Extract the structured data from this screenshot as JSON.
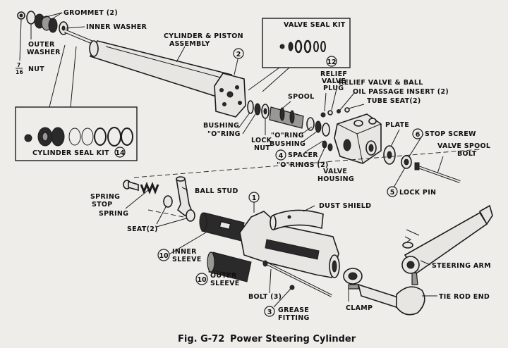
{
  "caption": {
    "fig": "Fig. G-72",
    "title": "Power Steering Cylinder"
  },
  "labels": {
    "grommet": "GROMMET (2)",
    "inner_washer": "INNER WASHER",
    "outer_washer_1": "OUTER",
    "outer_washer_2": "WASHER",
    "nut_num": "7",
    "nut_den": "16",
    "nut": "NUT",
    "cyl_piston_1": "CYLINDER & PISTON",
    "cyl_piston_2": "ASSEMBLY",
    "valve_seal_kit": "VALVE SEAL KIT",
    "cylinder_seal_kit": "CYLINDER SEAL KIT",
    "relief_plug_1": "RELIEF",
    "relief_plug_2": "VALVE",
    "relief_plug_3": "PLUG",
    "relief_valve_ball": "RELIEF VALVE & BALL",
    "oil_passage": "OIL PASSAGE INSERT (2)",
    "tube_seat": "TUBE SEAT(2)",
    "spool": "SPOOL",
    "bushing_left": "BUSHING",
    "o_ring_left": "\"O\"RING",
    "lock_nut_1": "LOCK",
    "lock_nut_2": "NUT",
    "o_ring_mid": "\"O\"RING",
    "bushing_mid": "BUSHING",
    "spacer": "SPACER",
    "o_rings_2": "\"O\"RINGS (2)",
    "valve_housing_1": "VALVE",
    "valve_housing_2": "HOUSING",
    "plate": "PLATE",
    "stop_screw": "STOP SCREW",
    "valve_spool_bolt_1": "VALVE SPOOL",
    "valve_spool_bolt_2": "BOLT",
    "lock_pin": "LOCK PIN",
    "spring_stop_1": "SPRING",
    "spring_stop_2": "STOP",
    "spring": "SPRING",
    "ball_stud": "BALL STUD",
    "seat": "SEAT(2)",
    "dust_shield": "DUST SHIELD",
    "inner_sleeve_1": "INNER",
    "inner_sleeve_2": "SLEEVE",
    "outer_sleeve_1": "OUTER",
    "outer_sleeve_2": "SLEEVE",
    "bolt": "BOLT (3)",
    "grease_fitting_1": "GREASE",
    "grease_fitting_2": "FITTING",
    "clamp": "CLAMP",
    "steering_arm": "STEERING ARM",
    "tie_rod_end": "TIE ROD END"
  },
  "callouts": {
    "n1": "1",
    "n2": "2",
    "n3": "3",
    "n4": "4",
    "n5": "5",
    "n6": "6",
    "n10a": "10",
    "n10b": "10",
    "n12": "12",
    "n14": "14"
  }
}
